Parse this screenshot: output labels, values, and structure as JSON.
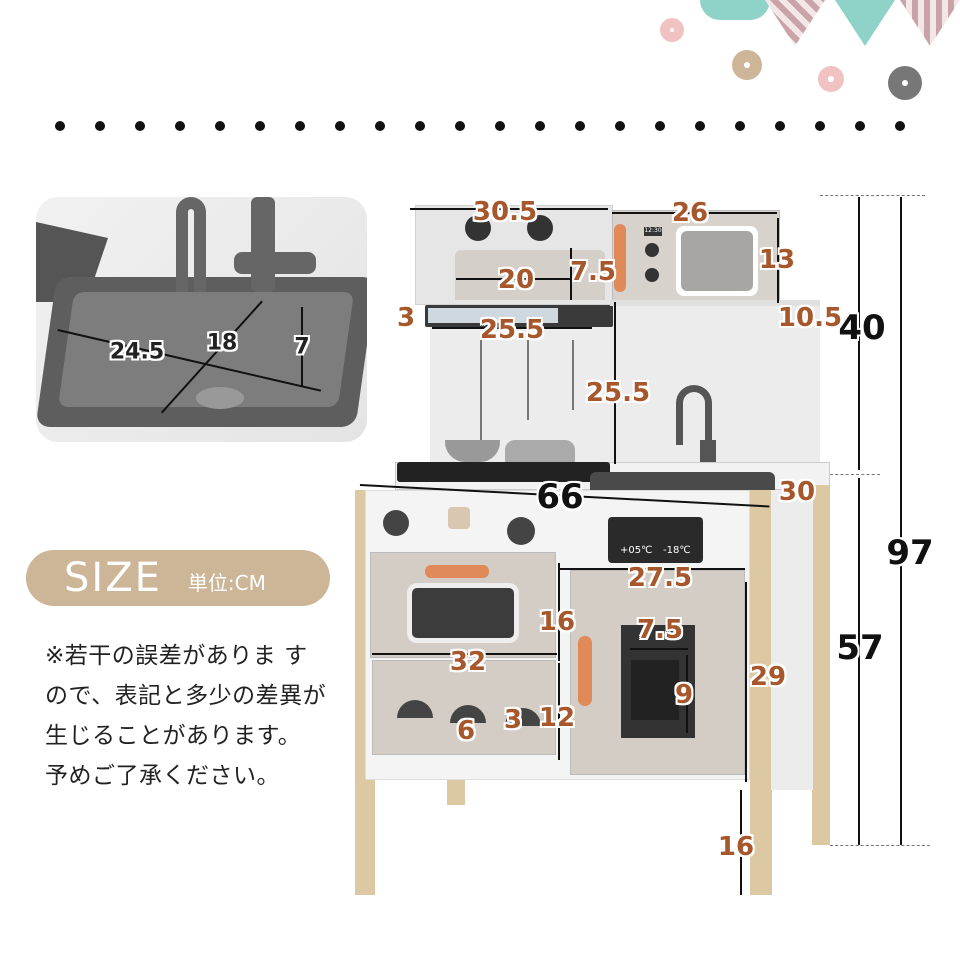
{
  "size_badge": {
    "title": "SIZE",
    "unit": "単位:CM"
  },
  "notes": [
    "※若干の誤差がありま す",
    "ので、表記と多少の差異が",
    "生じることがあります。",
    "予めご了承ください。"
  ],
  "sink_inset": {
    "dimensions": [
      "24.5",
      "18",
      "7"
    ]
  },
  "kitchen_dimensions": {
    "top_left_width": "30.5",
    "microwave_width": "26",
    "microwave_height": "13",
    "shelf_height": "7.5",
    "shelf_width": "20",
    "hood_height": "3",
    "hood_width": "25.5",
    "upper_depth": "10.5",
    "backsplash_height": "25.5",
    "total_width": "66",
    "depth": "30",
    "upper_height": "40",
    "total_height": "97",
    "lower_height": "57",
    "fridge_width": "27.5",
    "oven_door_height": "16",
    "dispenser_width": "7.5",
    "oven_width": "32",
    "dispenser_height": "9",
    "fridge_height": "29",
    "drawer_height": "12",
    "hole_height": "3",
    "hole_width": "6",
    "leg_height": "16"
  },
  "fridge_display": {
    "fridge_temp": "+05℃",
    "freezer_temp": "-18℃",
    "clock": "12:30"
  },
  "colors": {
    "label": "#a6582c",
    "pill": "#cdb597",
    "cabinet": "#c9c2b8",
    "handle": "#e08a5a",
    "wood": "#dcc9a4"
  }
}
